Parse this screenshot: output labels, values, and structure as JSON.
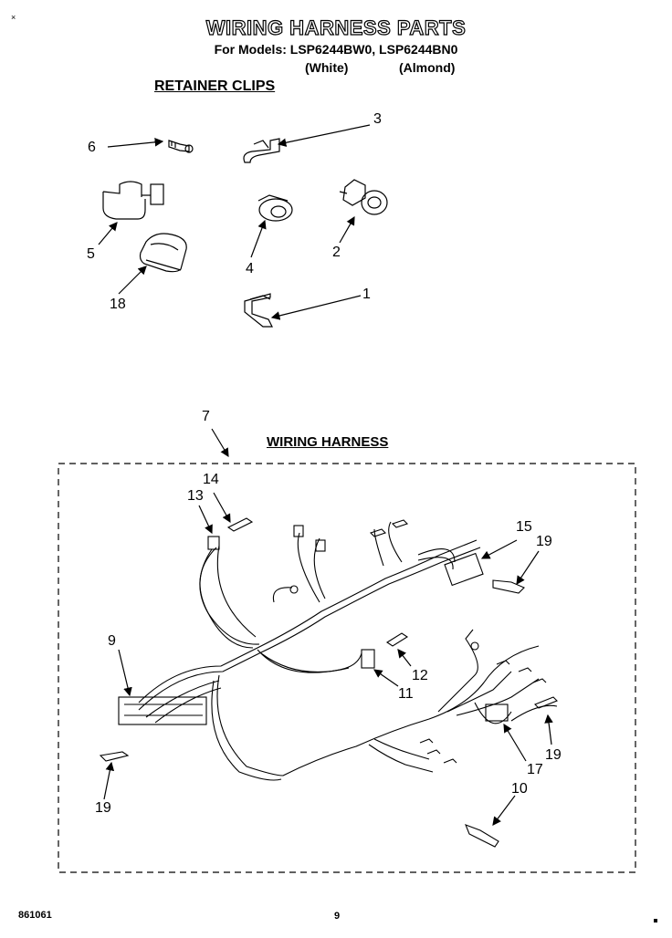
{
  "header": {
    "title": "WIRING HARNESS PARTS",
    "models_line": "For Models: LSP6244BW0, LSP6244BN0",
    "color_white": "(White)",
    "color_almond": "(Almond)"
  },
  "sections": {
    "retainer_clips": "RETAINER CLIPS",
    "wiring_harness": "WIRING HARNESS"
  },
  "callouts": {
    "c1": "1",
    "c2": "2",
    "c3": "3",
    "c4": "4",
    "c5": "5",
    "c6": "6",
    "c7": "7",
    "c9": "9",
    "c10": "10",
    "c11": "11",
    "c12": "12",
    "c13": "13",
    "c14": "14",
    "c15": "15",
    "c17": "17",
    "c18": "18",
    "c19a": "19",
    "c19b": "19",
    "c19c": "19"
  },
  "footer": {
    "doc_number": "861061",
    "page_number": "9"
  }
}
